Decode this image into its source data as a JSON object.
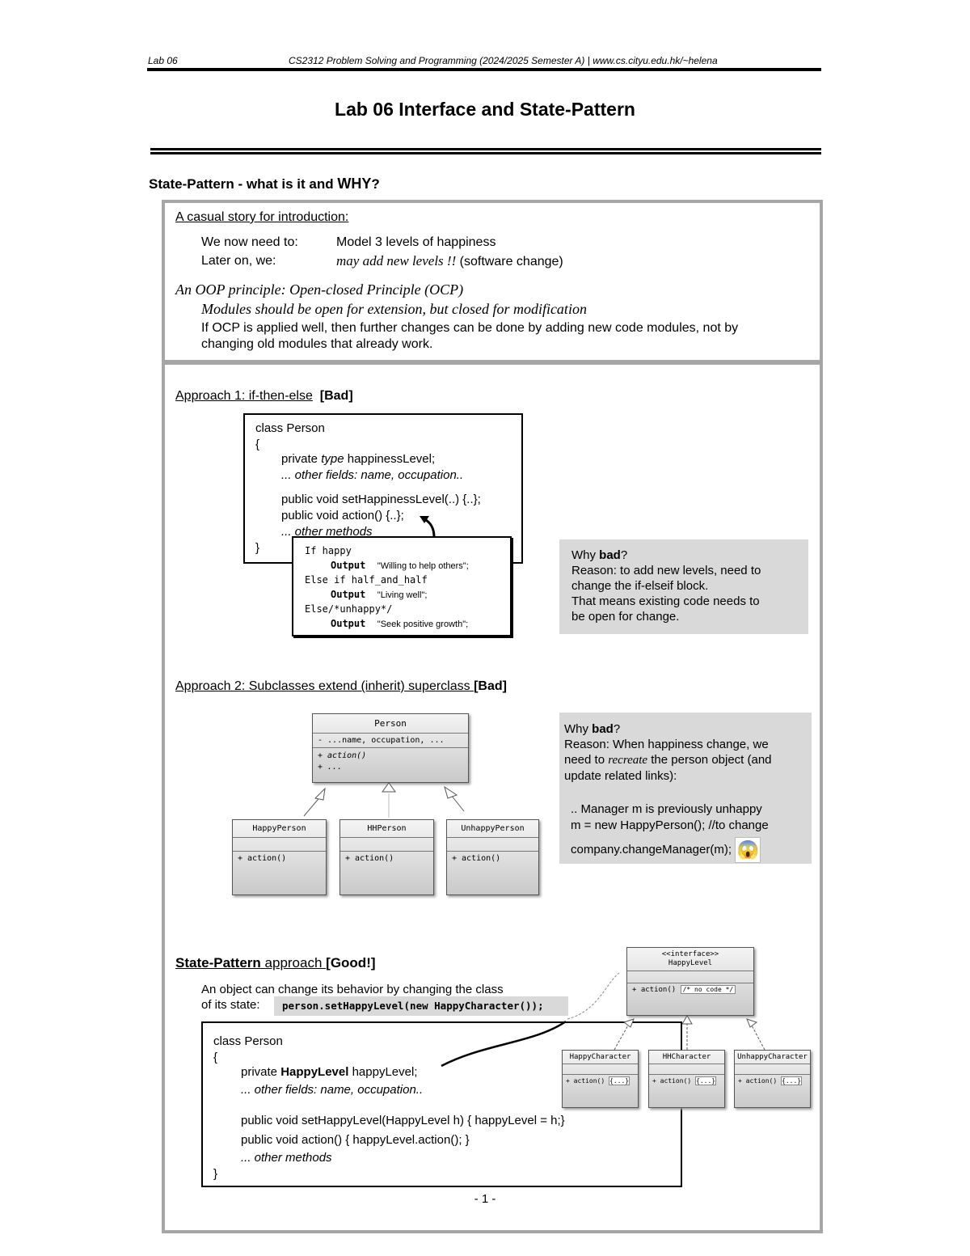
{
  "header": {
    "left": "Lab 06",
    "right": "CS2312 Problem Solving and Programming (2024/2025 Semester A) | www.cs.cityu.edu.hk/~helena"
  },
  "title": "Lab 06 Interface and State-Pattern",
  "section_heading": {
    "prefix": "State-Pattern",
    "middle": " - what is it and ",
    "strong": "WHY",
    "suffix": "?"
  },
  "intro": {
    "story_label": "A casual story for introduction:",
    "row1_label": "We now need to:",
    "row1_value": "Model 3 levels of happiness",
    "row2_label": "Later on, we:",
    "row2_value_italic": "may add new levels !!",
    "row2_value_rest": " (software change)",
    "ocp_title": "An OOP principle: Open-closed Principle (OCP)",
    "ocp_subtitle": "Modules should be open for extension, but closed for modification",
    "ocp_line1": "If OCP is applied well, then further changes can be done by adding new code modules, not by",
    "ocp_line2": "changing old modules that already work."
  },
  "approach1": {
    "heading": "Approach 1: if-then-else",
    "verdict": "[Bad]",
    "code": {
      "l1": "class Person",
      "l2": "{",
      "l3a": "private ",
      "l3b": "type",
      "l3c": " happinessLevel;",
      "l4": "... other fields: name, occupation..",
      "l5": "public void setHappinessLevel(..) {..};",
      "l6": "public void action() {..};",
      "l7": "... other methods",
      "l8": "}"
    },
    "popup": {
      "l1": "If happy",
      "l2a": "Output  ",
      "l2b": "\"Willing to help others\";",
      "l3": "Else if half_and_half",
      "l4a": "Output  ",
      "l4b": "\"Living well\";",
      "l5": "Else/*unhappy*/",
      "l6a": "Output  ",
      "l6b": "\"Seek positive growth\";"
    },
    "why": {
      "prefix": "Why ",
      "bad": "bad",
      "suffix": "?",
      "l1": "Reason: to add new levels, need to",
      "l2": "change the if-elseif block.",
      "l3": "That means existing code needs to",
      "l4": "be open for change."
    }
  },
  "approach2": {
    "heading": "Approach 2: Subclasses extend (inherit) superclass ",
    "verdict": "[Bad]",
    "uml": {
      "person_name": "Person",
      "person_fields": "- ...name, occupation, ...",
      "person_m1": "+ action()",
      "person_m2": "+ ...",
      "sub1": "HappyPerson",
      "sub2": "HHPerson",
      "sub3": "UnhappyPerson",
      "sub_method": "+ action()"
    },
    "why": {
      "prefix": "Why ",
      "bad": "bad",
      "suffix": "?",
      "l1": "Reason: When happiness change, we",
      "l2a": "need to ",
      "l2b": "recreate",
      "l2c": " the person object (and",
      "l3": "update related links):",
      "l4": ".. Manager m is previously unhappy",
      "l5": "m = new HappyPerson(); //to change",
      "l6": "company.changeManager(m);",
      "emoji": "😱"
    }
  },
  "state": {
    "heading_strong": "State-Pattern",
    "heading_rest": " approach ",
    "verdict": "[Good!]",
    "desc1": "An object can change its behavior by changing the class",
    "desc2": "of its state:",
    "snippet": "person.setHappyLevel(new HappyCharacter());",
    "code": {
      "l1": "class Person",
      "l2": "{",
      "l3a": "private ",
      "l3b": "HappyLevel",
      "l3c": " happyLevel;",
      "l4": "... other fields: name, occupation..",
      "l5": "public void setHappyLevel(HappyLevel h) { happyLevel = h;}",
      "l6": "public void action() { happyLevel.action(); }",
      "l7": "... other methods",
      "l8": "}"
    },
    "uml": {
      "iface_stereo": "<<interface>>",
      "iface_name": "HappyLevel",
      "iface_method": "+ action()",
      "iface_note": "/* no code */",
      "sub1": "HappyCharacter",
      "sub2": "HHCharacter",
      "sub3": "UnhappyCharacter",
      "sub_method": "+ action()",
      "sub_note": "{...}"
    }
  },
  "footer": {
    "page": "- 1 -"
  }
}
